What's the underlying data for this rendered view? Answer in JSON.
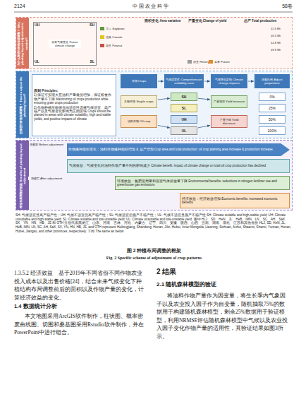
{
  "diagram": {
    "caption": "图 2 种植布局调整的框架",
    "nodes": [
      {
        "text": [
          "为什么要进行种植布局调整？ Why planting layout adjustment is needed?"
        ]
      },
      {
        "text": [
          "未来气候变化 Future climate change"
        ],
        "in": 0
      },
      {
        "text": [
          "怎样进行种植布局调整？ How to adjust the planting layout?"
        ]
      },
      {
        "text": [
          "原则 Principles:",
          "1) 保证可实现大豆油料产量最优增加，保证粮食作物产量不下降 Maximizing oil crops production while ensuring grain crops production",
          "2) 作物种植应根据当地适宜性选择气候适宜、高产稳产以及气候变化影响为正的区域 Crops should be planted in areas with climate suitability, high and stable yields, and positive impacts of climate"
        ],
        "in": 2
      },
      {
        "text": [
          "作物 Crops"
        ],
        "in": 2
      },
      {
        "text": [
          "气候适宜性 Comprehensive suitability zone"
        ],
        "in": 2
      },
      {
        "text": [
          "气候变化影响 Climate change impacts"
        ],
        "in": 2
      },
      {
        "text": [
          "调整比例 Adjust proportions"
        ],
        "in": 2
      },
      {
        "text": [
          "主粮作物 Staple crops"
        ],
        "in": 2
      },
      {
        "text": [
          "油料作物 Oil crop"
        ],
        "in": 2
      },
      {
        "text": [
          "SH"
        ],
        "in": 2
      },
      {
        "text": [
          "SL"
        ],
        "in": 2
      },
      {
        "text": [
          "UH"
        ],
        "in": 2
      },
      {
        "text": [
          "UL"
        ],
        "in": 2
      },
      {
        "text": [
          "产量增加 Yield increase"
        ],
        "in": 2
      },
      {
        "text": [
          "产量下降 Yield decrease"
        ],
        "in": 2
      },
      {
        "text": [
          "0%"
        ],
        "in": 2
      },
      {
        "text": [
          "25%"
        ],
        "in": 2
      },
      {
        "text": [
          "50%"
        ],
        "in": 2
      },
      {
        "text": [
          "100%"
        ],
        "in": 2
      },
      {
        "text": [
          "种植布局调整的效益 Benefits of planting layout adjustment"
        ]
      },
      {
        "text": [
          "作物播种面积变化：油料作物播种面积增加 & 总产增加 Crop area and total production: oil crop planting area increase & production increase"
        ],
        "in": 20
      },
      {
        "text": [
          "气候效益：气候变化对油料作物产量不利的影响减少 Climate benefit: impact of climate change on total oil crop production has declined"
        ],
        "in": 20
      },
      {
        "text": [
          "环境效益：氮肥使用量和温室气体排放量下降 Environmental benefits: reductions in nitrogen fertilizer use and greenhouse gas emissions"
        ],
        "in": 20
      },
      {
        "text": [
          "经济效益：经济效益增加 Economic benefits: increased economic benefits"
        ],
        "in": 20
      }
    ],
    "edges": [
      {
        "from": 4,
        "to": 5,
        "arrow": "to"
      },
      {
        "from": 5,
        "to": 6,
        "arrow": "to"
      },
      {
        "from": 6,
        "to": 7,
        "arrow": "to"
      },
      {
        "from": 8,
        "to": 10,
        "arrow": "to"
      },
      {
        "from": 9,
        "to": 13,
        "arrow": "to"
      },
      {
        "from": 10,
        "to": 14,
        "arrow": "to"
      },
      {
        "from": 13,
        "to": 15,
        "arrow": "to"
      }
    ],
    "labels": [
      "2124",
      "中 国 农 业 科 学",
      "58卷",
      "UH",
      "SH",
      "UL",
      "SL",
      "面积变化 Area variation",
      "产量变化 Change of yield",
      "总产 Total production",
      "11.5 Mt",
      "16.5 Mt",
      "14.8 Mt",
      "19.9 Mt",
      "调整前 Before adjustment",
      "调整后 After adjustment",
      "SH: 气候适宜且高产稳产性；UH: 气候不适宜但高产稳产性；SL: 气候适宜但低产不稳产性；UL: 气候不适宜且低产不稳产性 SH: Climate suitable and high-stable yield; UH: Climate unsuitable and high-stable yield; SL: Climate suitable and low-unstable yield; UL: Climate unsuitable and low-unstable yield. 图中 HLJ、SD、HeN、JL、HeB、IMN、LN、SC、AH、SaX、SX、YN、HN、HB、JS 和 OTH 分别代表黑龙江、山东、河南、吉林、河北、内蒙古、辽宁、四川、安徽、陕西、山西、云南、湖南、湖北、江苏和其他省份 HLJ, SD, HeN, JL, HeB, IMN, LN, SC, AH, SaX, SX, YN, HN, HB, JS, and OTH represent Heilongjiang, Shandong, Henan, Jilin, Hebei, Inner Mongolia, Liaoning, Sichuan, Anhui, Shaanxi, Shanxi, Yunnan, Hunan, Hubei, Jiangsu, and other provinces, respectively. 下同 The same as below",
      "Fig. 2 Specific scheme of adjustment of crop patterns",
      "1.3.5.2 经济效益　基于2019年不同省份不同作物农业投入成本以及出售价格[24]，结合未来气候变化下种植结构布局调整前后的面积以及作物产量的变化，计算经济效益的变化。",
      "1.4 数据统计分析",
      "本文地图采用ArcGIS软件制作，柱状图、概率密度曲线图、切图和桑基图采用Rstudio软件制作，并在PowerPoint中进行组合。",
      "2 结果",
      "2.1 随机森林模型的验证",
      "将油料作物产量作为因变量，将生长季内气象因子以及农业投入因子作为自变量，随机抽取75%的数据用于构建随机森林模型，剩余25%数据用于验证模型，利用NRMSE评估随机森林模型中气候以及农业投入因子变化作物产量的适用性，其验证结果如图3所示。"
    ],
    "legend": [
      {
        "text": "大豆 Soybean",
        "color": "#5c9a3c"
      },
      {
        "text": "油菜 Canola",
        "color": "#e6c11e"
      },
      {
        "text": "花生 Peanut",
        "color": "#c4504a"
      },
      {
        "text": "历史 History",
        "color": "#9a9a9a"
      },
      {
        "text": "未来 Future",
        "color": "#e8892c"
      }
    ]
  }
}
